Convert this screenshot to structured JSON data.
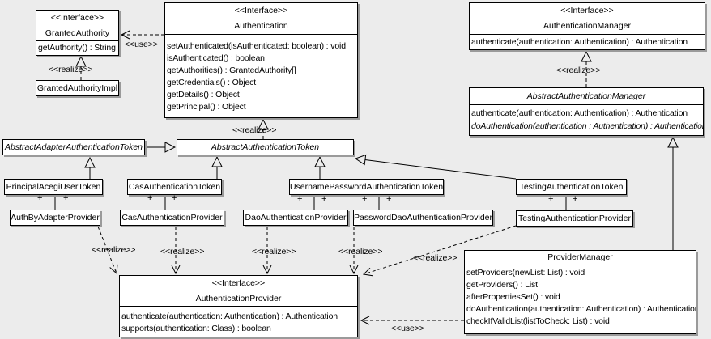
{
  "labels": {
    "interface": "<<Interface>>",
    "realize": "<<realize>>",
    "use": "<<use>>",
    "plus": "+"
  },
  "classes": {
    "granted_authority": {
      "name": "GrantedAuthority",
      "methods": [
        "getAuthority() : String"
      ]
    },
    "granted_authority_impl": {
      "name": "GrantedAuthorityImpl"
    },
    "authentication": {
      "name": "Authentication",
      "methods": [
        "setAuthenticated(isAuthenticated: boolean) : void",
        "isAuthenticated() : boolean",
        "getAuthorities() : GrantedAuthority[]",
        "getCredentials() : Object",
        "getDetails() : Object",
        "getPrincipal() : Object"
      ]
    },
    "authentication_manager": {
      "name": "AuthenticationManager",
      "methods": [
        "authenticate(authentication: Authentication) : Authentication"
      ]
    },
    "abstract_authentication_manager": {
      "name": "AbstractAuthenticationManager",
      "methods": [
        "authenticate(authentication: Authentication) : Authentication",
        "doAuthentication(authentication : Authentication) : Authentication"
      ]
    },
    "abstract_adapter_authentication_token": {
      "name": "AbstractAdapterAuthenticationToken"
    },
    "abstract_authentication_token": {
      "name": "AbstractAuthenticationToken"
    },
    "principal_acegi_user_token": {
      "name": "PrincipalAcegiUserToken"
    },
    "cas_authentication_token": {
      "name": "CasAuthenticationToken"
    },
    "username_password_authentication_token": {
      "name": "UsernamePasswordAuthenticationToken"
    },
    "testing_authentication_token": {
      "name": "TestingAuthenticationToken"
    },
    "auth_by_adapter_provider": {
      "name": "AuthByAdapterProvider"
    },
    "cas_authentication_provider": {
      "name": "CasAuthenticationProvider"
    },
    "dao_authentication_provider": {
      "name": "DaoAuthenticationProvider"
    },
    "password_dao_authentication_provider": {
      "name": "PasswordDaoAuthenticationProvider"
    },
    "testing_authentication_provider": {
      "name": "TestingAuthenticationProvider"
    },
    "authentication_provider": {
      "name": "AuthenticationProvider",
      "methods": [
        "authenticate(authentication: Authentication) : Authentication",
        "supports(authentication: Class) : boolean"
      ]
    },
    "provider_manager": {
      "name": "ProviderManager",
      "methods": [
        "setProviders(newList: List) : void",
        "getProviders() : List",
        "afterPropertiesSet() : void",
        "doAuthentication(authentication: Authentication) : Authentication",
        "checkIfValidList(listToCheck: List) : void"
      ]
    }
  }
}
